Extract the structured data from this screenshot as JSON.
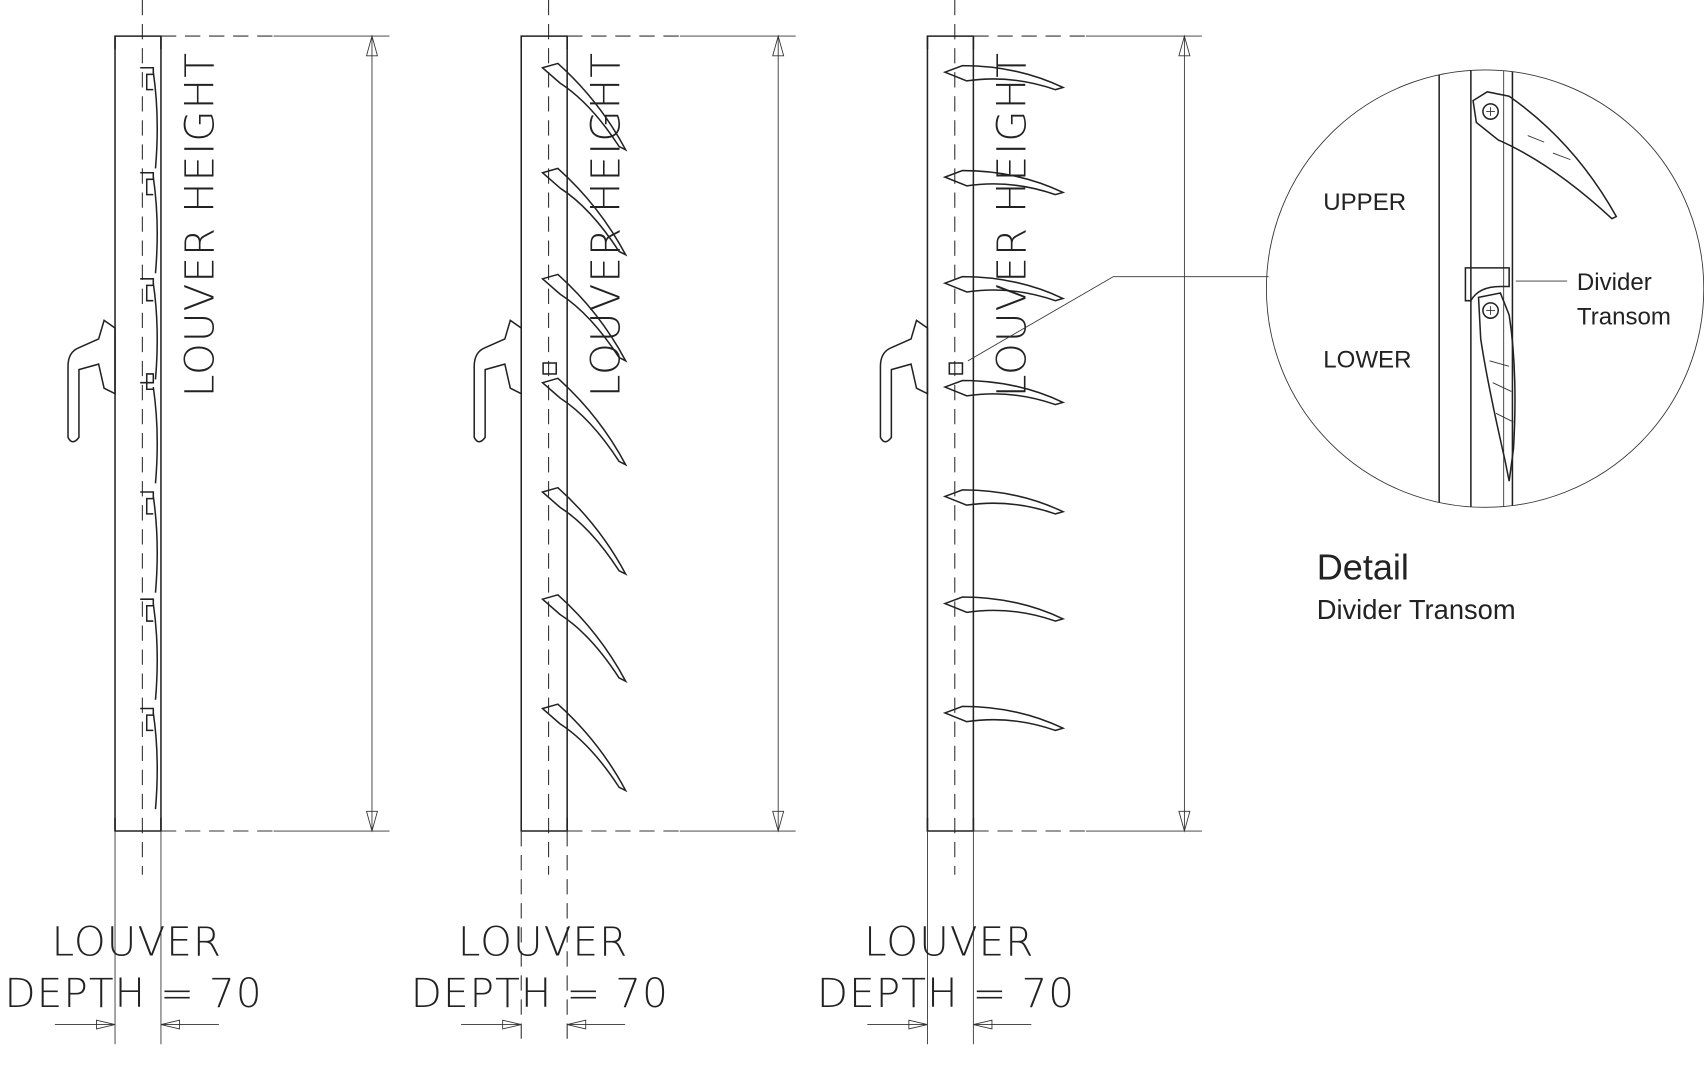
{
  "panels": [
    {
      "state": "closed",
      "height_label": "LOUVER HEIGHT",
      "depth_label_1": "LOUVER",
      "depth_label_2": "DEPTH  = 70"
    },
    {
      "state": "open-angled",
      "height_label": "LOUVER HEIGHT",
      "depth_label_1": "LOUVER",
      "depth_label_2": "DEPTH  = 70"
    },
    {
      "state": "open-horizontal",
      "height_label": "LOUVER HEIGHT",
      "depth_label_1": "LOUVER",
      "depth_label_2": "DEPTH  = 70"
    }
  ],
  "detail": {
    "upper_label": "UPPER",
    "lower_label": "LOWER",
    "callout_line1": "Divider",
    "callout_line2": "Transom",
    "title": "Detail",
    "subtitle": "Divider Transom"
  }
}
